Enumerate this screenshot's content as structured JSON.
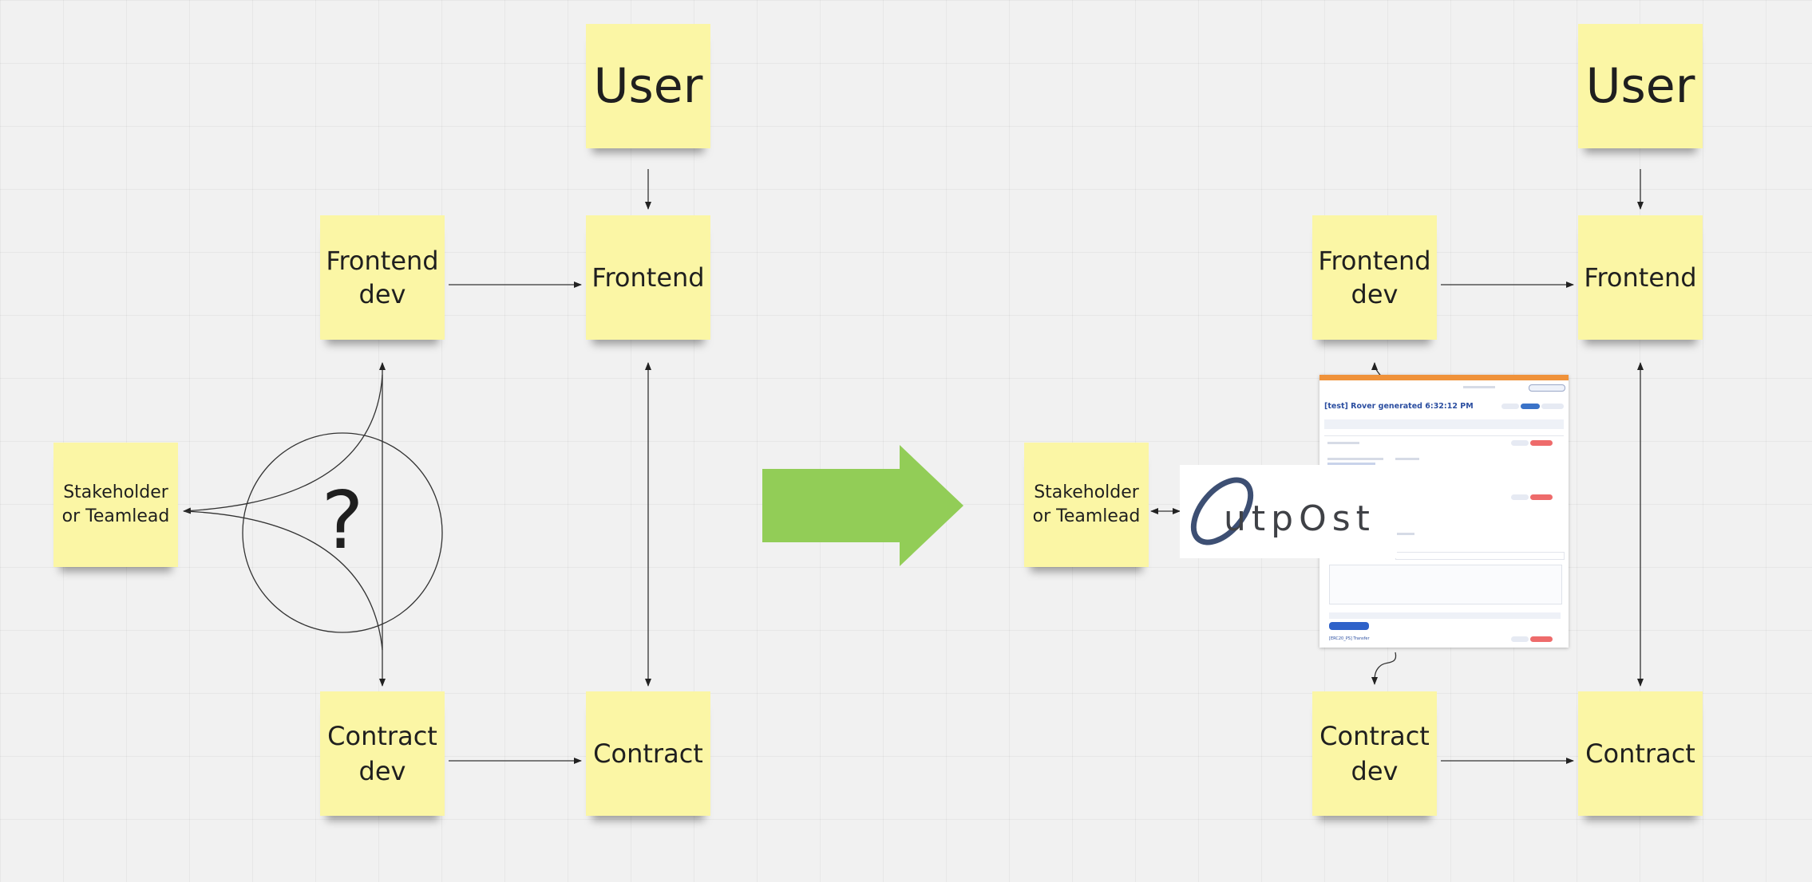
{
  "board": {
    "left": {
      "user": "User",
      "frontend_dev": "Frontend\ndev",
      "frontend": "Frontend",
      "stakeholder": "Stakeholder\nor Teamlead",
      "question_mark": "?",
      "contract_dev": "Contract\ndev",
      "contract": "Contract"
    },
    "right": {
      "user": "User",
      "frontend_dev": "Frontend\ndev",
      "frontend": "Frontend",
      "stakeholder": "Stakeholder\nor Teamlead",
      "contract_dev": "Contract\ndev",
      "contract": "Contract"
    },
    "arrow_color": "#92cd57",
    "sticky_color": "#fbf6a5"
  },
  "embedded_screenshot": {
    "title": "[test] Rover generated 6:32:12 PM",
    "footer_label": "[ERC20_PS] Transfer"
  },
  "logo": {
    "text": "utpOst",
    "icon": "outpost-logo-ring-icon"
  }
}
